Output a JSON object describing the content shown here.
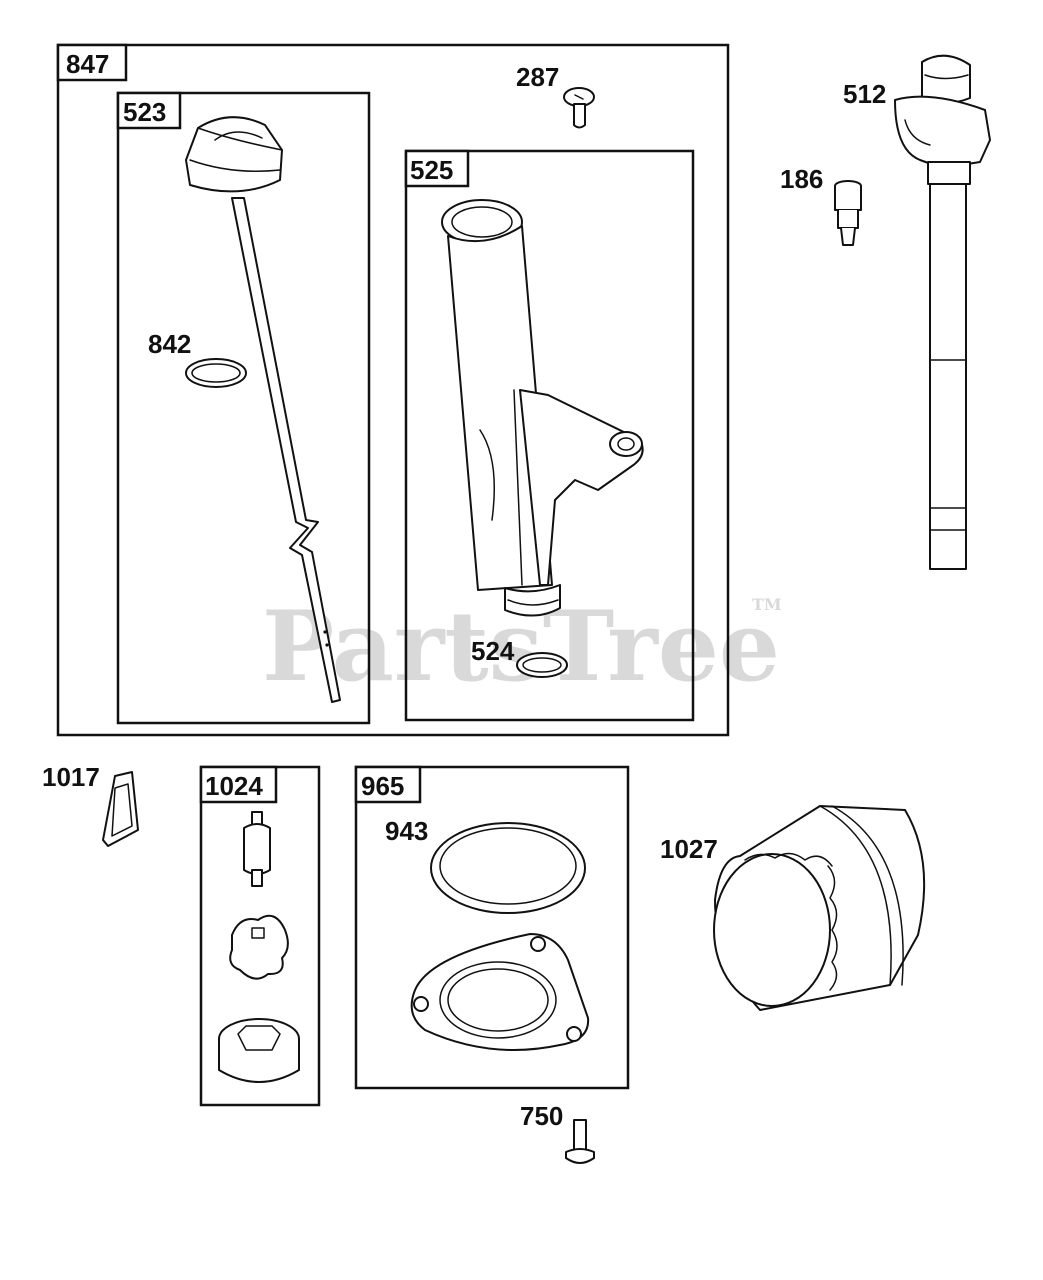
{
  "watermark": {
    "text": "PartsTree",
    "trademark": "TM"
  },
  "groups": [
    {
      "id": "g847",
      "tag": "847"
    },
    {
      "id": "g523",
      "tag": "523"
    },
    {
      "id": "g525",
      "tag": "525"
    },
    {
      "id": "g1024",
      "tag": "1024"
    },
    {
      "id": "g965",
      "tag": "965"
    }
  ],
  "callouts": {
    "c287": "287",
    "c842": "842",
    "c524": "524",
    "c512": "512",
    "c186": "186",
    "c1017": "1017",
    "c943": "943",
    "c1027": "1027",
    "c750": "750"
  }
}
